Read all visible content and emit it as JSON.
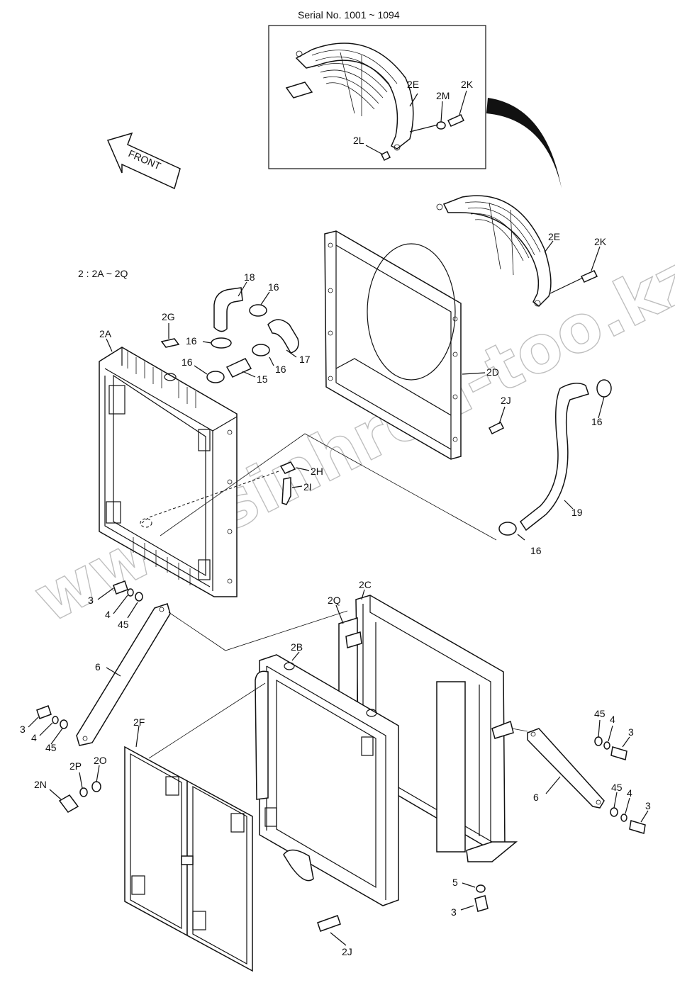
{
  "serial_text": "Serial No. 1001 ~ 1094",
  "group_text": "2 : 2A ~ 2Q",
  "front_text": "FRONT",
  "watermark": "www.sinhron-too.kz",
  "labels": {
    "inset_2E": "2E",
    "inset_2M": "2M",
    "inset_2K": "2K",
    "inset_2L": "2L",
    "main_2E": "2E",
    "main_2K": "2K",
    "l18": "18",
    "l16a": "16",
    "l2G": "2G",
    "l16b": "16",
    "l17": "17",
    "l16c": "16",
    "l16d": "16",
    "l15": "15",
    "l2A": "2A",
    "l2D": "2D",
    "l2J_top": "2J",
    "l16e": "16",
    "l2H": "2H",
    "l2I": "2I",
    "l19": "19",
    "l16f": "16",
    "l3a": "3",
    "l4a": "4",
    "l45a": "45",
    "l2C": "2C",
    "l2Q": "2Q",
    "l2B": "2B",
    "l6a": "6",
    "l3b": "3",
    "l4b": "4",
    "l45b": "45",
    "l2F": "2F",
    "l2P": "2P",
    "l2O": "2O",
    "l2N": "2N",
    "l45c": "45",
    "l4c": "4",
    "l3c": "3",
    "l6b": "6",
    "l45d": "45",
    "l4d": "4",
    "l3d": "3",
    "l5": "5",
    "l3e": "3",
    "l2J_bottom": "2J"
  }
}
